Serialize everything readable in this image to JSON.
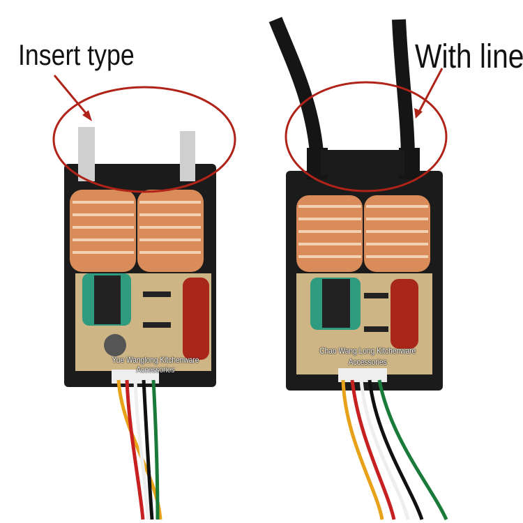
{
  "labels": {
    "insert_type": "Insert type",
    "with_line": "With line"
  },
  "watermarks": {
    "left": "Yue Wanglong Kitchenware Accessories",
    "right": "Chao Wang Long Kitchenware Accessories"
  },
  "colors": {
    "annotation": "#b02318",
    "housing": "#1a1a1a",
    "pcb": "#cdb586",
    "coil": "#d98b5a",
    "capacitor": "#a8261a"
  }
}
